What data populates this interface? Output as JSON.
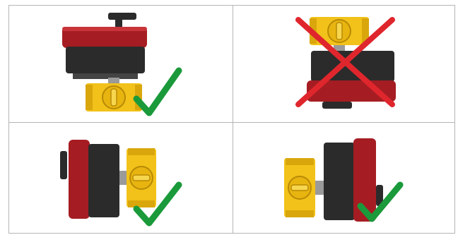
{
  "figure": {
    "panels": [
      {
        "orientation": "actuator-above-valve",
        "verdict": "correct",
        "verdict_icon": "check-mark-icon"
      },
      {
        "orientation": "actuator-below-valve",
        "verdict": "incorrect",
        "verdict_icon": "cross-mark-icon"
      },
      {
        "orientation": "actuator-left-of-valve",
        "verdict": "correct",
        "verdict_icon": "check-mark-icon"
      },
      {
        "orientation": "actuator-right-of-valve",
        "verdict": "correct",
        "verdict_icon": "check-mark-icon"
      }
    ],
    "colors": {
      "actuator_red": "#a51d22",
      "actuator_dark": "#2b2b2b",
      "valve_brass": "#f2c21a",
      "check_green": "#1a9a3a",
      "cross_red": "#e0262d",
      "grid_line": "#b5b5b5"
    }
  }
}
